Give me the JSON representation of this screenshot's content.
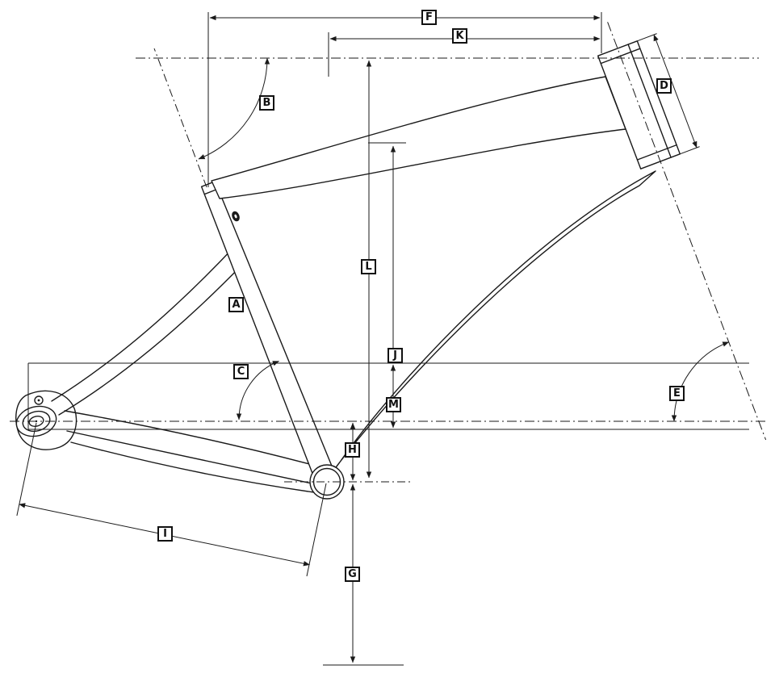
{
  "diagram": {
    "colors": {
      "line": "#1a1a1a",
      "background": "#ffffff"
    },
    "labels": {
      "a": "A",
      "b": "B",
      "c": "C",
      "d": "D",
      "e": "E",
      "f": "F",
      "g": "G",
      "h": "H",
      "i": "I",
      "j": "J",
      "k": "K",
      "l": "L",
      "m": "M"
    }
  }
}
